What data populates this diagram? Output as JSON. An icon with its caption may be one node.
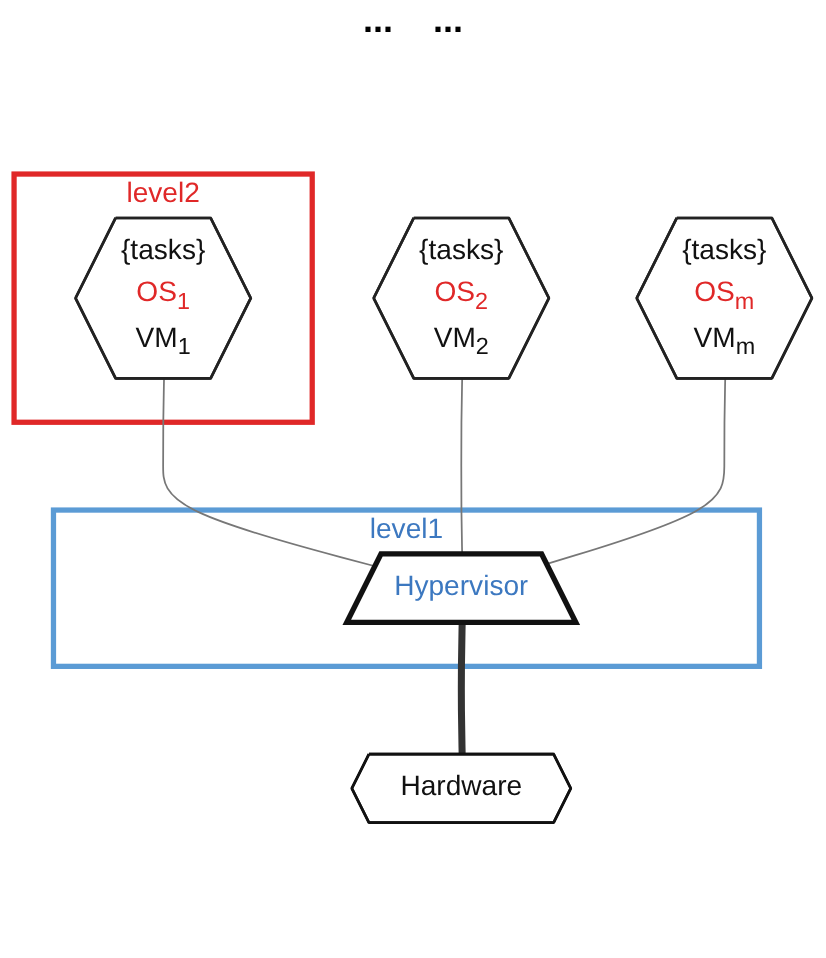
{
  "diagram": {
    "nodes": [
      {
        "text": [
          "level2"
        ]
      },
      {
        "text": [
          "{tasks}",
          "OS$_{1}$",
          "VM$_{1}$"
        ],
        "in": 0
      },
      {
        "text": [
          "{tasks}",
          "OS$_{2}$",
          "VM$_{2}$"
        ]
      },
      {
        "text": [
          "{tasks}",
          "OS$_{m}$",
          "VM$_{m}$"
        ]
      },
      {
        "text": [
          "level1"
        ]
      },
      {
        "text": [
          "Hypervisor"
        ],
        "in": 4
      },
      {
        "text": [
          "Hardware"
        ]
      }
    ],
    "edges": [
      {
        "from": 1,
        "to": 5,
        "arrow": "none"
      },
      {
        "from": 2,
        "to": 5,
        "arrow": "none"
      },
      {
        "from": 3,
        "to": 5,
        "arrow": "none"
      },
      {
        "from": 5,
        "to": 6,
        "arrow": "none",
        "style": "thick"
      }
    ],
    "labels": [
      "...",
      "..."
    ]
  }
}
